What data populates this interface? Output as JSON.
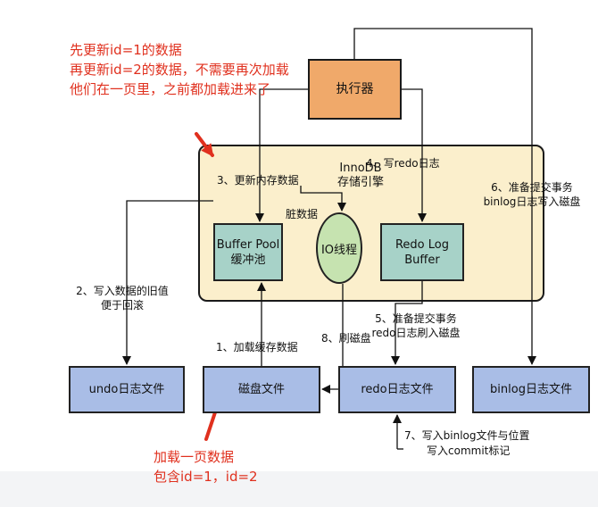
{
  "notes": {
    "top_line1": "先更新id=1的数据",
    "top_line2": "再更新id=2的数据，不需要再次加载",
    "top_line3": "他们在一页里，之前都加载进来了",
    "bottom_line1": "加载一页数据",
    "bottom_line2": "包含id=1，id=2"
  },
  "nodes": {
    "executor": "执行器",
    "innodb_line1": "InnoDB",
    "innodb_line2": "存储引擎",
    "buffer_pool_line1": "Buffer Pool",
    "buffer_pool_line2": "缓冲池",
    "io_thread": "IO线程",
    "redo_buffer_line1": "Redo Log",
    "redo_buffer_line2": "Buffer",
    "undo_file": "undo日志文件",
    "disk_file": "磁盘文件",
    "redo_file": "redo日志文件",
    "binlog_file": "binlog日志文件"
  },
  "steps": {
    "s1": "1、加载缓存数据",
    "s2_line1": "2、写入数据的旧值",
    "s2_line2": "便于回滚",
    "s3": "3、更新内存数据",
    "s4": "4、写redo日志",
    "s5_line1": "5、准备提交事务",
    "s5_line2": "redo日志刷入磁盘",
    "s6_line1": "6、准备提交事务",
    "s6_line2": "binlog日志写入磁盘",
    "s7_line1": "7、写入binlog文件与位置",
    "s7_line2": "写入commit标记",
    "s8": "8、刷磁盘",
    "dirty": "脏数据"
  },
  "colors": {
    "executor": "#f0a96a",
    "engine_bg": "#fbefcc",
    "teal_box": "#a7d2c8",
    "file_box": "#a9bde6",
    "io_circle": "#c6e3b0",
    "annotation": "#e0301e"
  }
}
